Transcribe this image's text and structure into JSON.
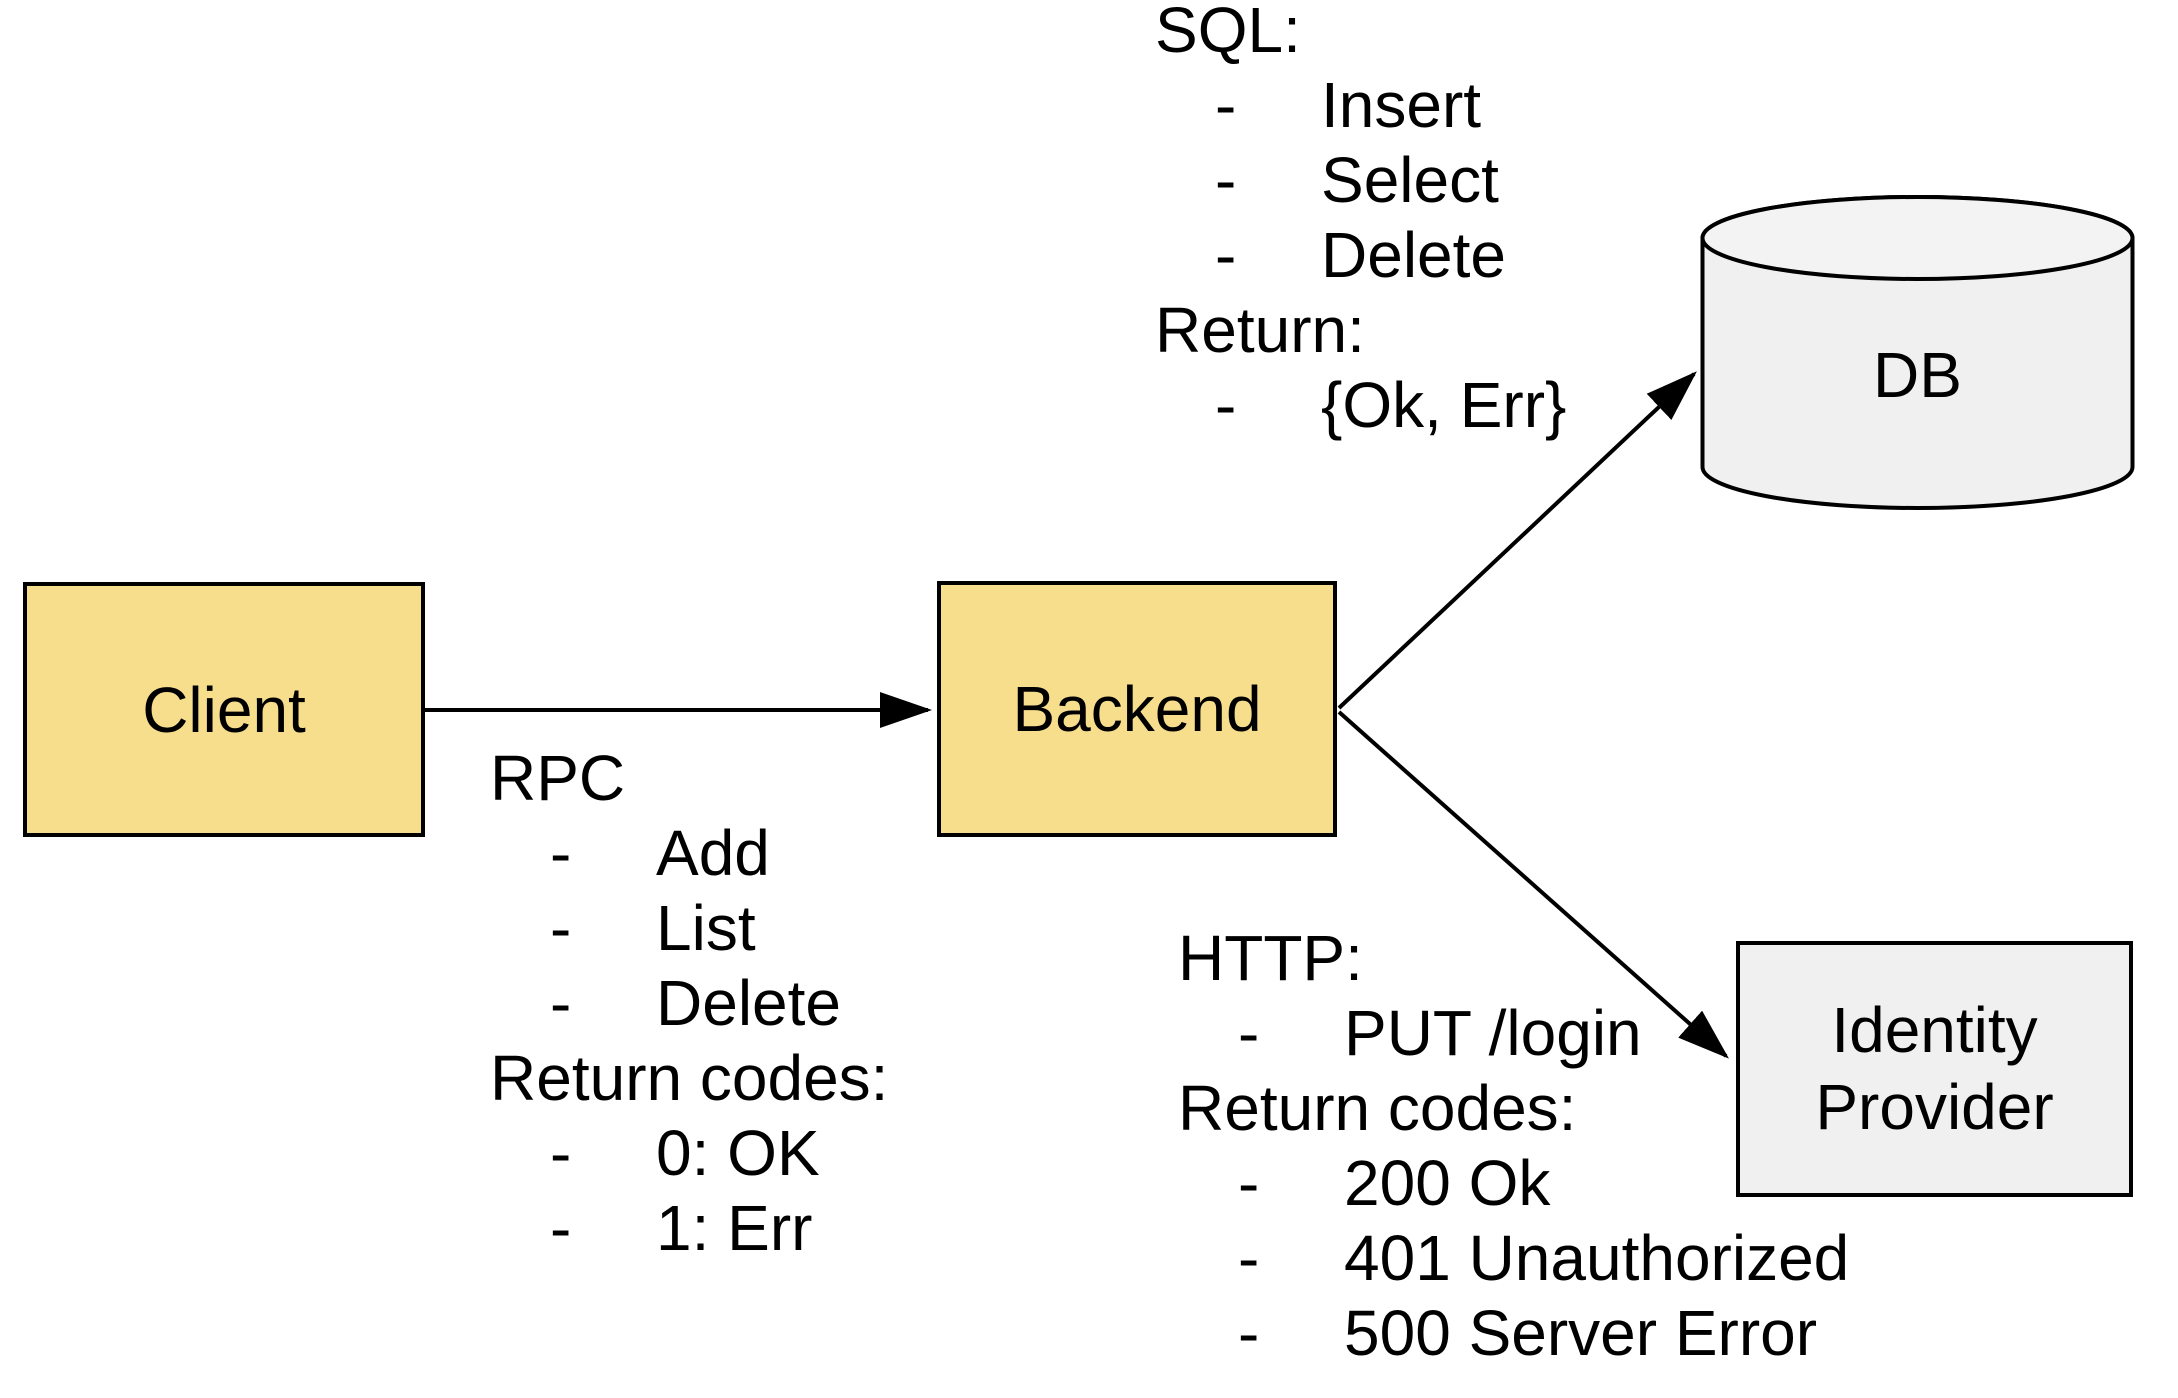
{
  "bullet": "-",
  "colors": {
    "background": "#FFFFFF",
    "node_fill_yellow": "#F6DE8D",
    "node_fill_gray": "#F0F0F0",
    "cylinder_top_fill": "#F3F3F3",
    "border": "#000000",
    "arrow": "#000000",
    "text": "#000000"
  },
  "nodes": {
    "client": {
      "label": "Client",
      "shape": "box"
    },
    "backend": {
      "label": "Backend",
      "shape": "box"
    },
    "db": {
      "label": "DB",
      "shape": "cylinder"
    },
    "identity_provider": {
      "label": "Identity Provider",
      "shape": "box"
    }
  },
  "edges": [
    {
      "from": "Client",
      "to": "Backend"
    },
    {
      "from": "Backend",
      "to": "DB"
    },
    {
      "from": "Backend",
      "to": "Identity Provider"
    }
  ],
  "annotations": {
    "sql": {
      "lines": [
        {
          "type": "header",
          "text": "SQL:"
        },
        {
          "type": "item",
          "text": "Insert"
        },
        {
          "type": "item",
          "text": "Select"
        },
        {
          "type": "item",
          "text": "Delete"
        },
        {
          "type": "header",
          "text": "Return:"
        },
        {
          "type": "item",
          "text": "{Ok, Err}"
        }
      ]
    },
    "rpc": {
      "lines": [
        {
          "type": "header",
          "text": "RPC"
        },
        {
          "type": "item",
          "text": "Add"
        },
        {
          "type": "item",
          "text": "List"
        },
        {
          "type": "item",
          "text": "Delete"
        },
        {
          "type": "header",
          "text": "Return codes:"
        },
        {
          "type": "item",
          "text": "0: OK"
        },
        {
          "type": "item",
          "text": "1: Err"
        }
      ]
    },
    "http": {
      "lines": [
        {
          "type": "header",
          "text": "HTTP:"
        },
        {
          "type": "item",
          "text": "PUT /login"
        },
        {
          "type": "header",
          "text": "Return codes:"
        },
        {
          "type": "item",
          "text": "200 Ok"
        },
        {
          "type": "item",
          "text": "401 Unauthorized"
        },
        {
          "type": "item",
          "text": "500 Server Error"
        }
      ]
    }
  }
}
